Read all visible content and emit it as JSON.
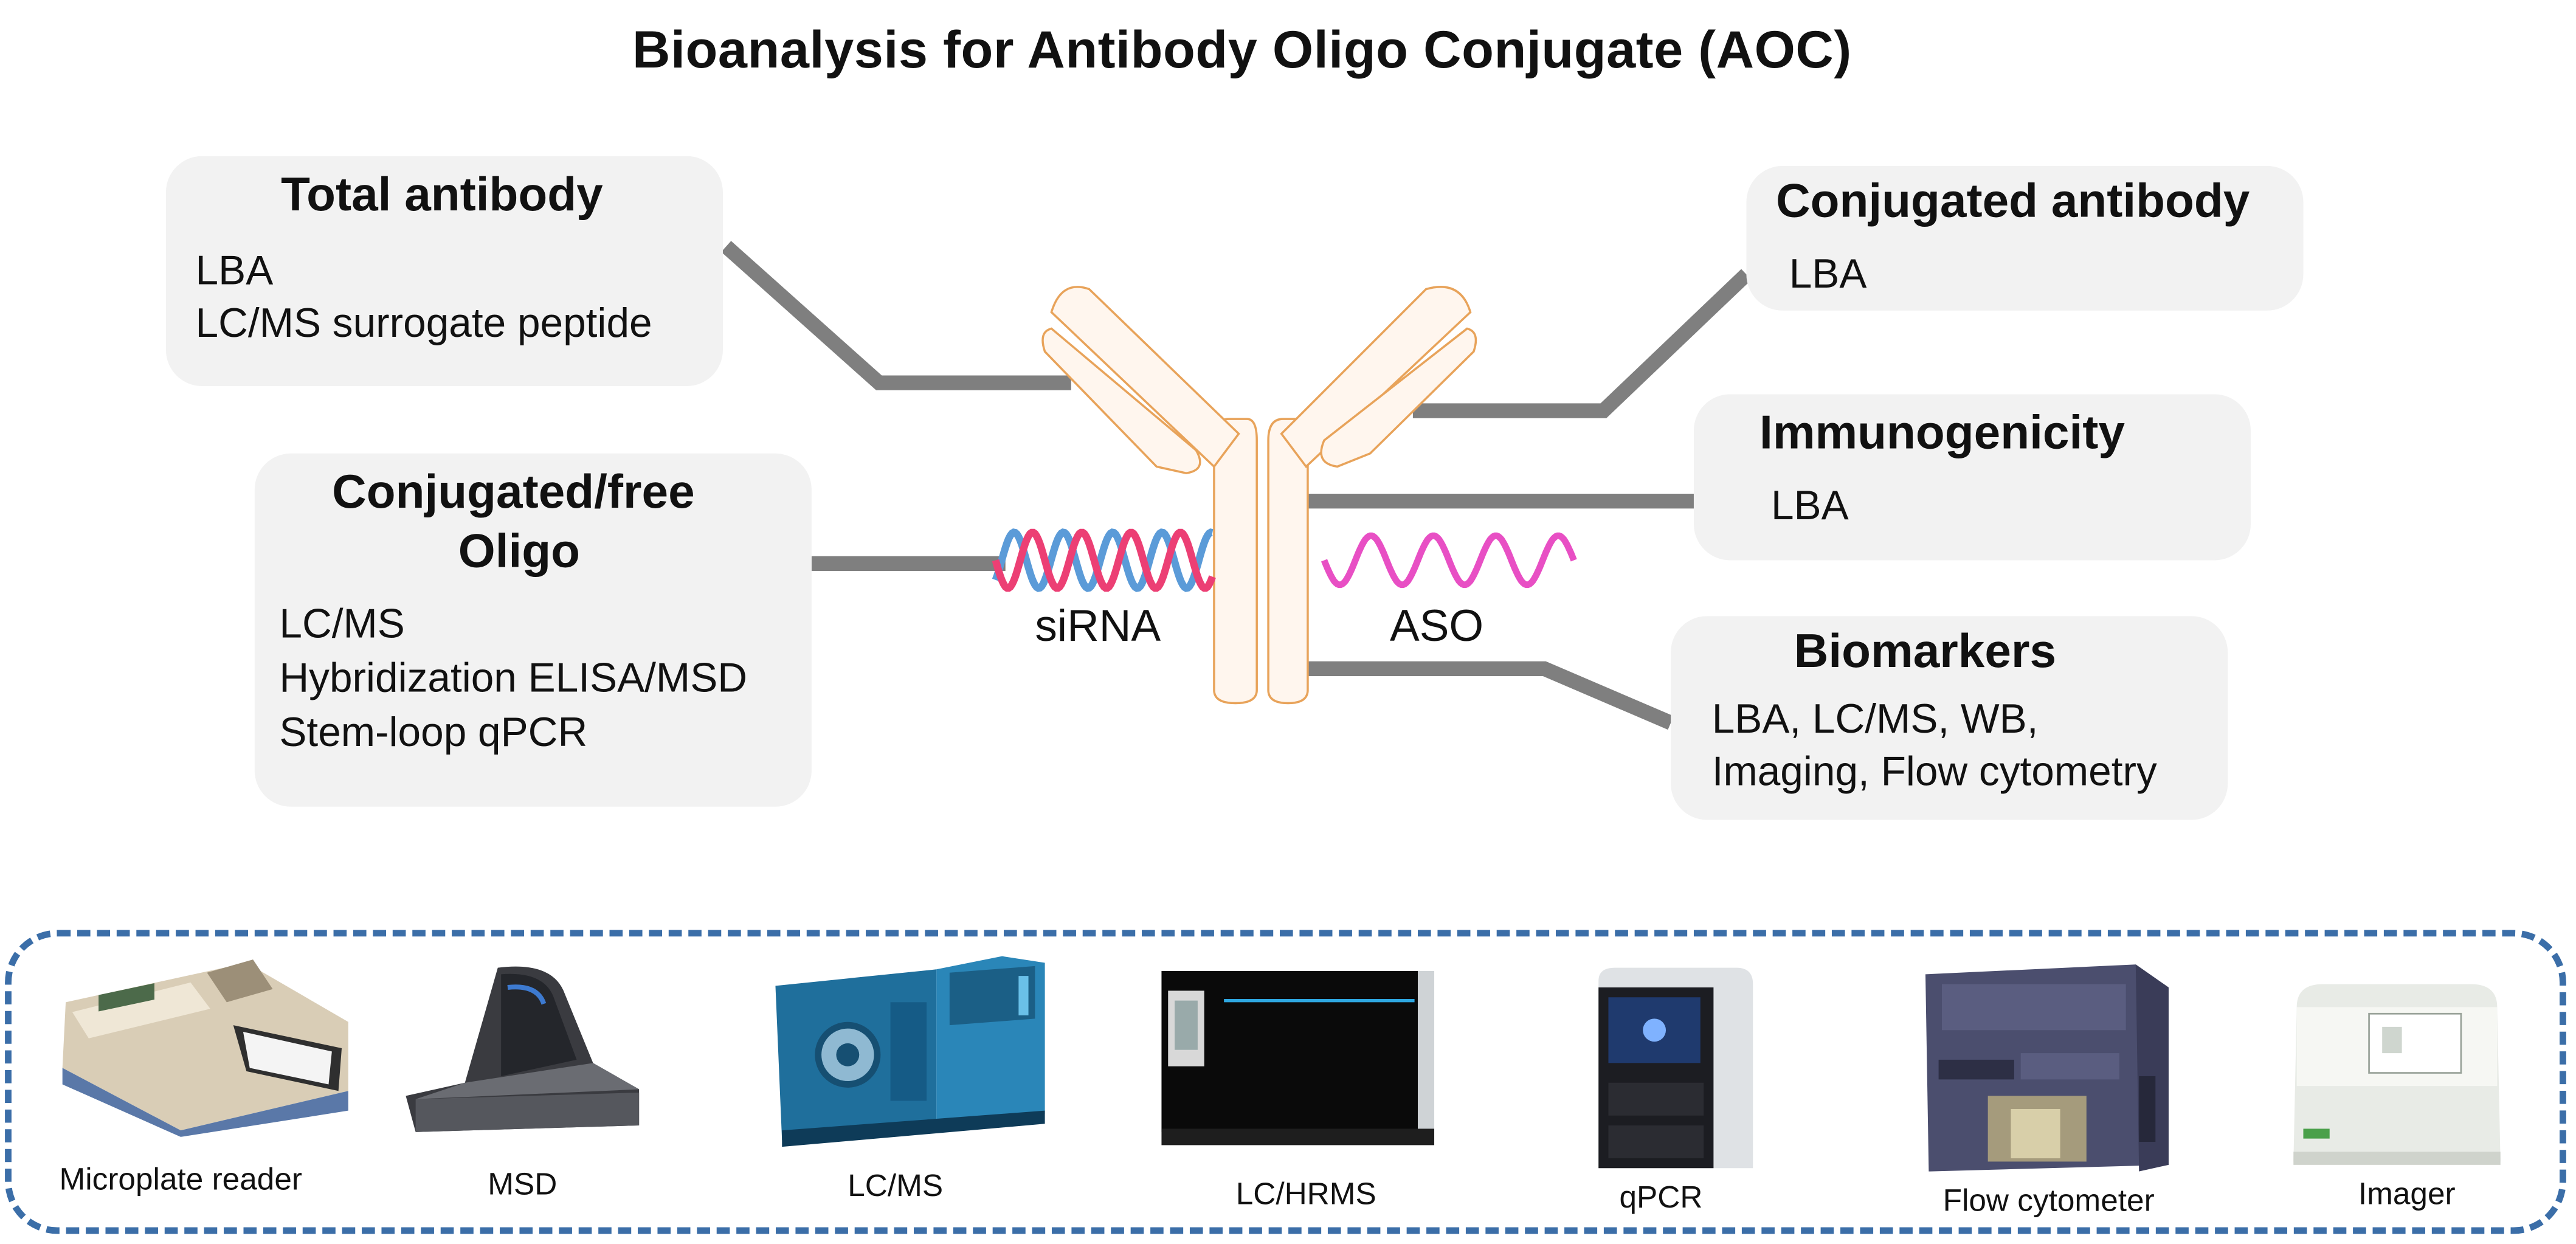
{
  "title": "Bioanalysis for Antibody Oligo Conjugate (AOC)",
  "boxes": {
    "total_antibody": {
      "title": "Total antibody",
      "lines": [
        "LBA",
        "LC/MS surrogate peptide"
      ]
    },
    "conjugated_free_oligo": {
      "title_lines": [
        "Conjugated/free",
        "Oligo"
      ],
      "lines": [
        "LC/MS",
        "Hybridization ELISA/MSD",
        "Stem-loop qPCR"
      ]
    },
    "conjugated_antibody": {
      "title": "Conjugated antibody",
      "lines": [
        "LBA"
      ]
    },
    "immunogenicity": {
      "title": "Immunogenicity",
      "lines": [
        "LBA"
      ]
    },
    "biomarkers": {
      "title": "Biomarkers",
      "lines": [
        "LBA, LC/MS, WB,",
        "Imaging, Flow cytometry"
      ]
    }
  },
  "diagram": {
    "sirna_label": "siRNA",
    "aso_label": "ASO",
    "colors": {
      "connector": "#7f7f7f",
      "antibody_fill": "#fff6ee",
      "antibody_stroke": "#e8a35a",
      "sirna_strand_a": "#ec3f74",
      "sirna_strand_b": "#5b9bd8",
      "aso_strand": "#e84fc4",
      "dashed_border": "#3b6ea8",
      "box_fill": "#f2f2f2"
    }
  },
  "instruments": [
    {
      "label": "Microplate reader",
      "icon": "microplate-reader-icon"
    },
    {
      "label": "MSD",
      "icon": "msd-instrument-icon"
    },
    {
      "label": "LC/MS",
      "icon": "lc-ms-instrument-icon"
    },
    {
      "label": "LC/HRMS",
      "icon": "lc-hrms-instrument-icon"
    },
    {
      "label": "qPCR",
      "icon": "qpcr-instrument-icon"
    },
    {
      "label": "Flow cytometer",
      "icon": "flow-cytometer-icon"
    },
    {
      "label": "Imager",
      "icon": "imager-icon"
    }
  ]
}
